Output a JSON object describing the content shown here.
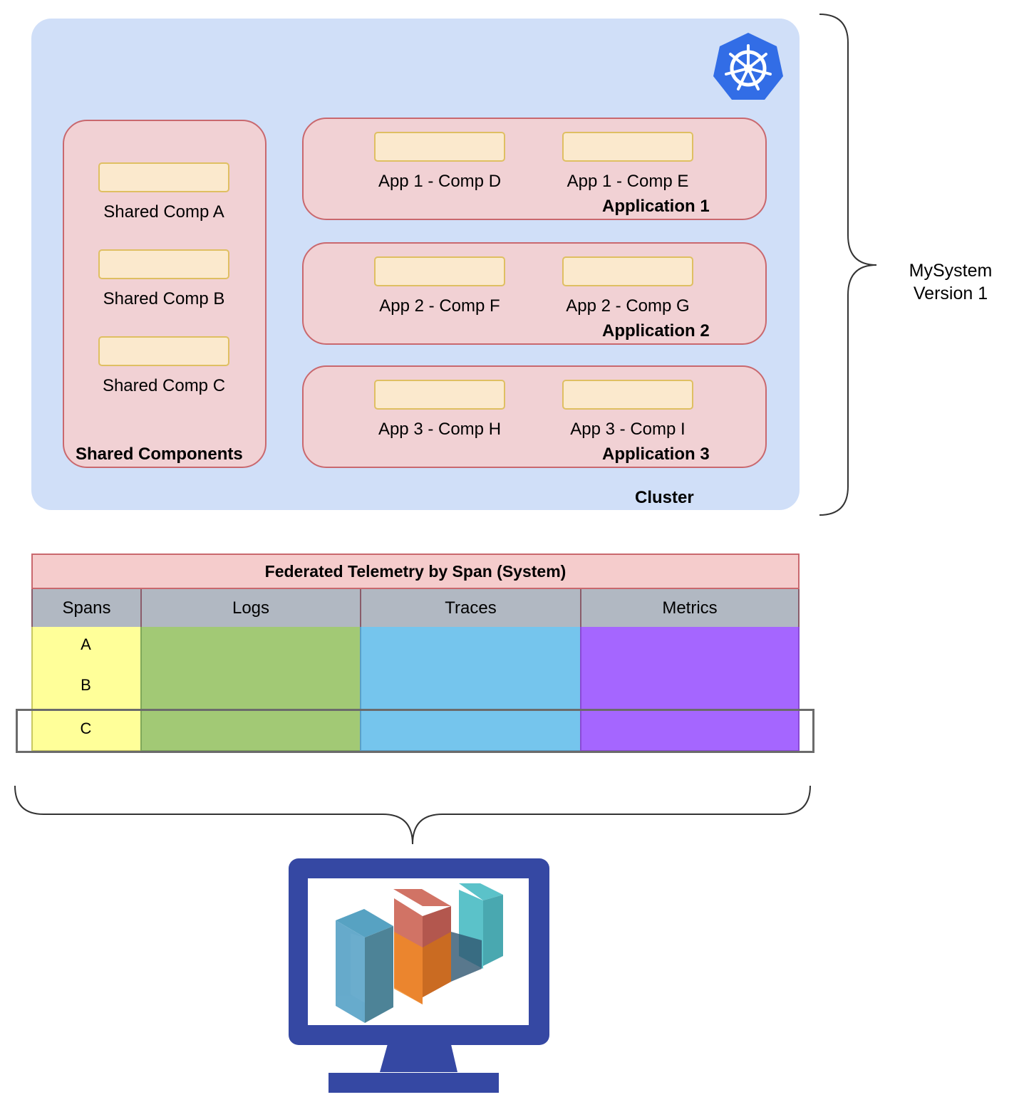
{
  "cluster": {
    "title": "Cluster"
  },
  "shared": {
    "title": "Shared Components",
    "items": [
      "Shared Comp A",
      "Shared Comp B",
      "Shared Comp C"
    ]
  },
  "apps": [
    {
      "title": "Application 1",
      "comps": [
        "App 1 - Comp D",
        "App 1 - Comp E"
      ]
    },
    {
      "title": "Application 2",
      "comps": [
        "App 2 - Comp F",
        "App 2 - Comp G"
      ]
    },
    {
      "title": "Application 3",
      "comps": [
        "App 3 - Comp H",
        "App 3 - Comp I"
      ]
    }
  ],
  "system": {
    "line1": "MySystem",
    "line2": "Version 1"
  },
  "table": {
    "title": "Federated Telemetry by Span (System)",
    "headers": [
      "Spans",
      "Logs",
      "Traces",
      "Metrics"
    ],
    "spans": [
      "A",
      "B",
      "C"
    ],
    "colors": {
      "spans": "#ffff99",
      "logs": "#a2c975",
      "traces": "#75c5ed",
      "metrics": "#a566ff"
    }
  },
  "icons": {
    "cluster_logo": "kubernetes-icon",
    "dashboard": "monitor-dashboard-icon"
  }
}
